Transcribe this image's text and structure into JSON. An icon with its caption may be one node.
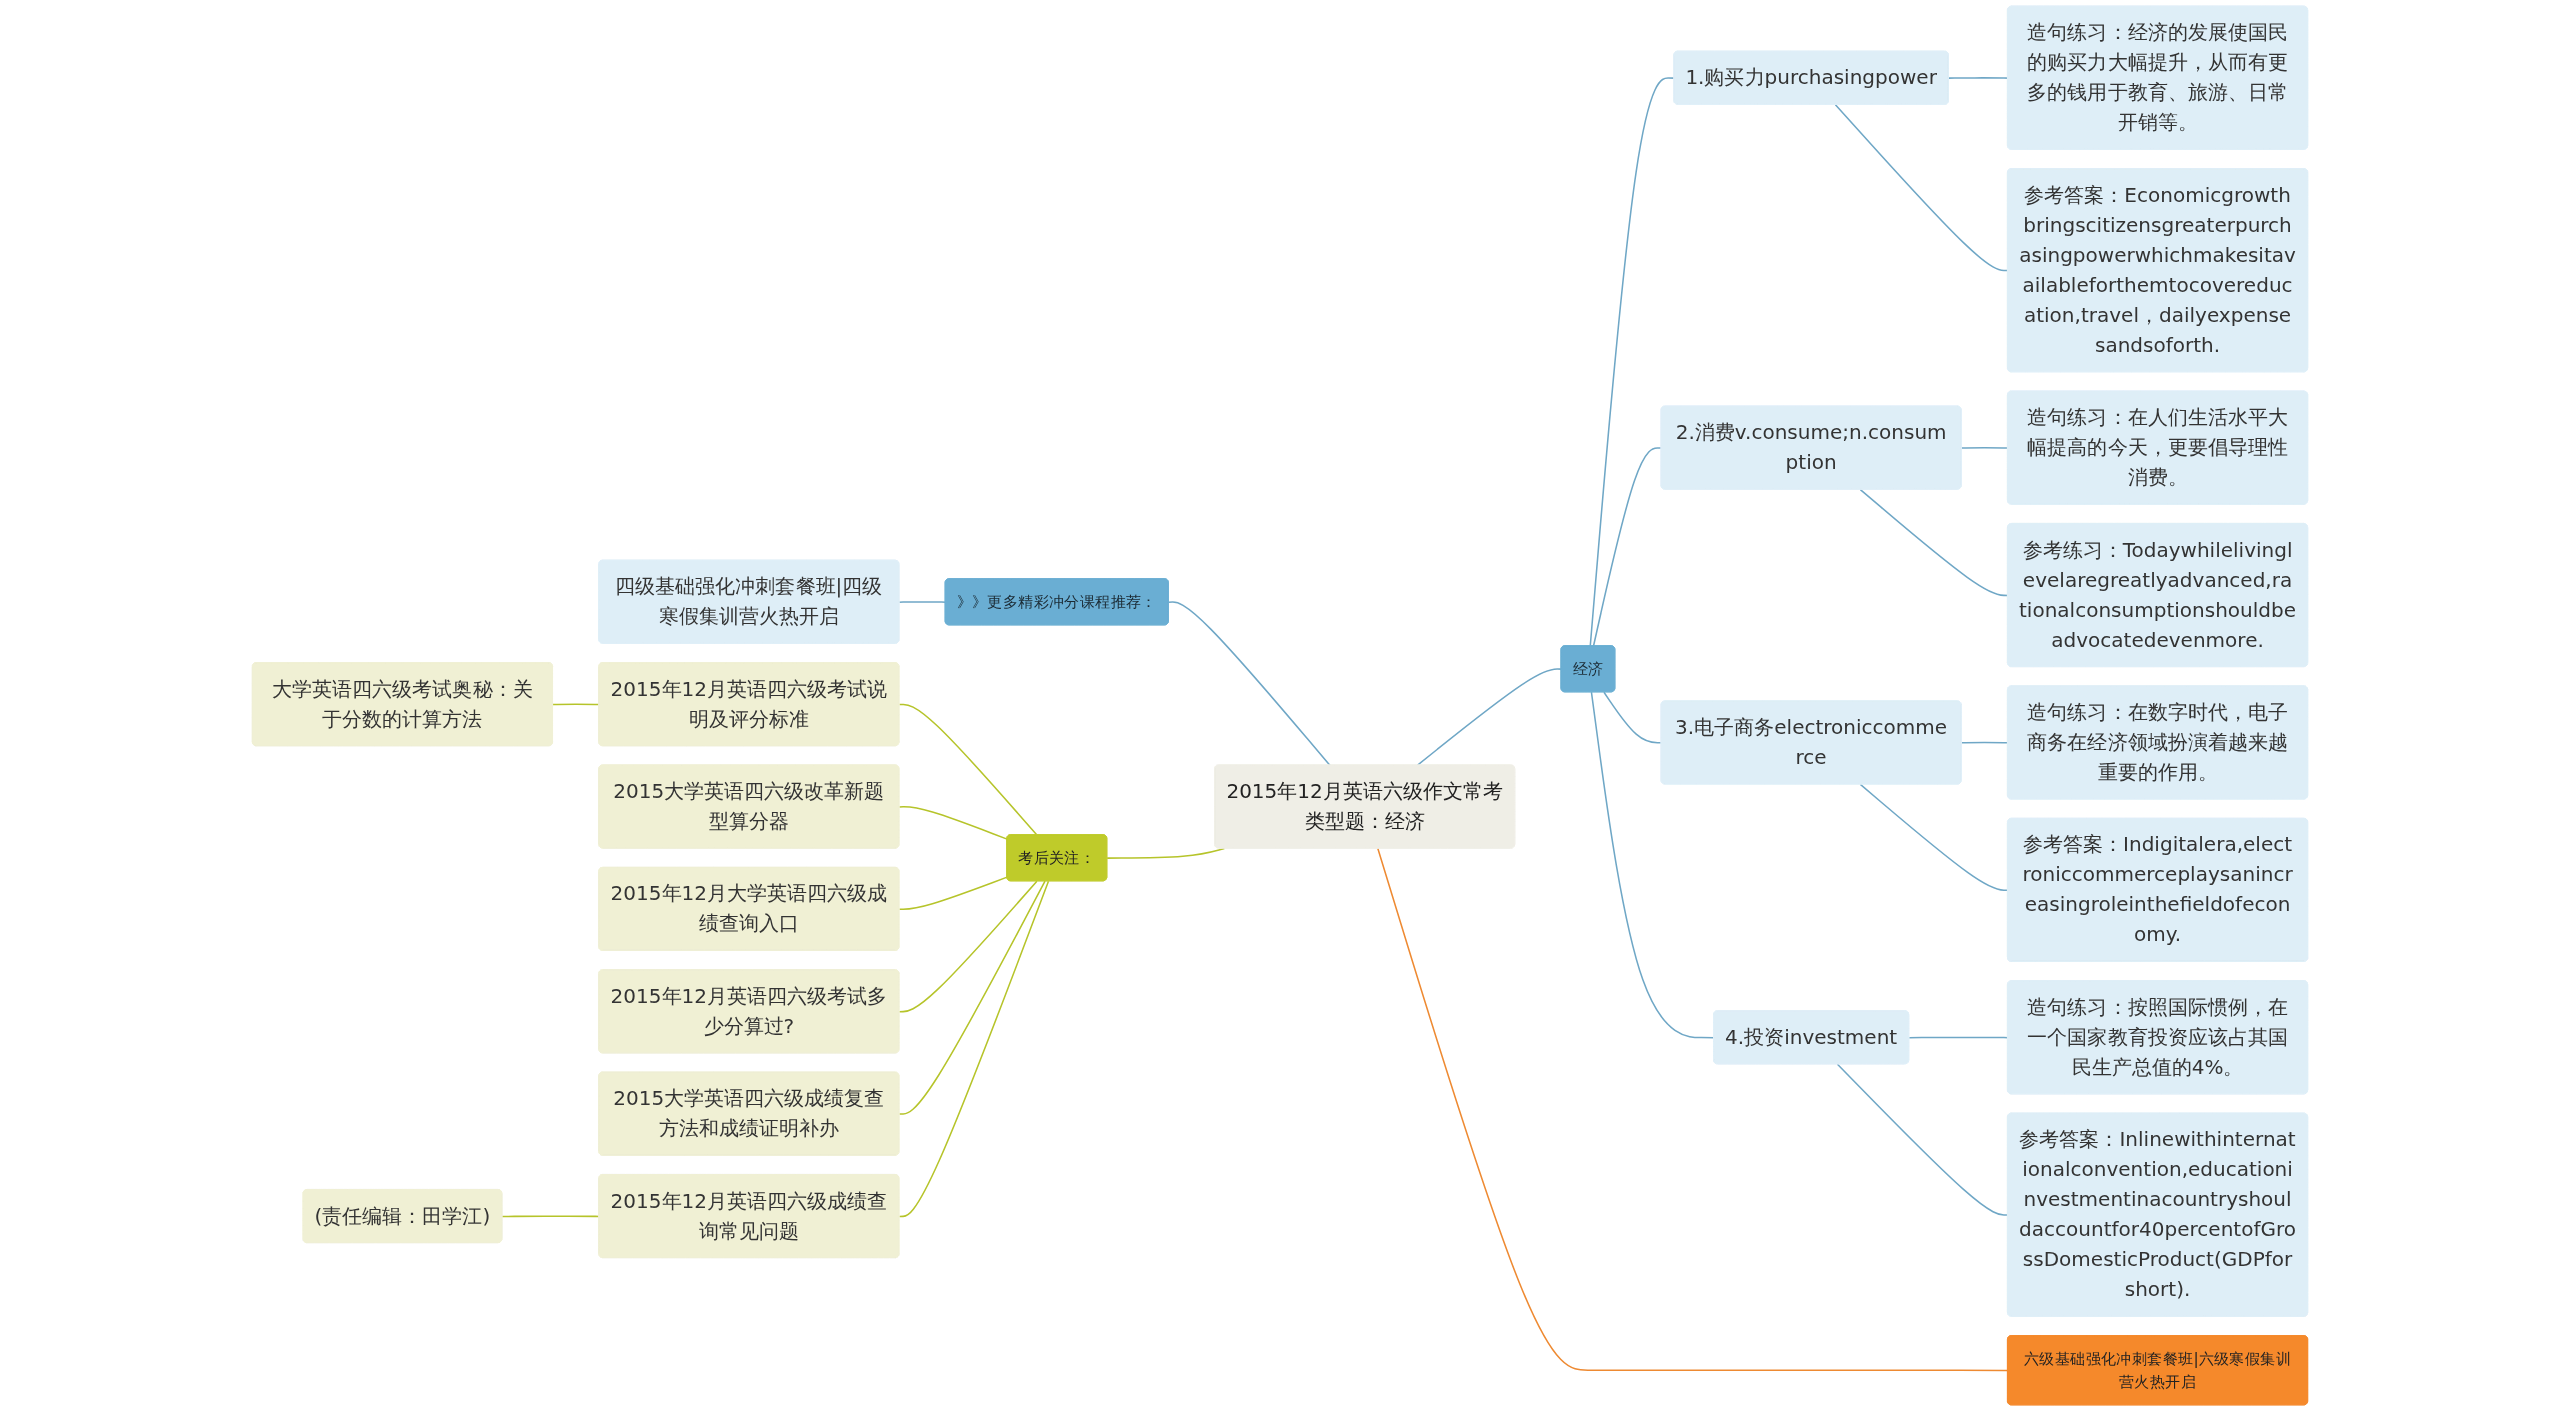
{
  "diagram": {
    "nodes": [
      {
        "text": [
          "2015年12月英语六级作文常考类型题：经济"
        ]
      },
      {
        "text": [
          "经济"
        ]
      },
      {
        "text": [
          "1.购买力purchasingpower"
        ]
      },
      {
        "text": [
          "造句练习：经济的发展使国民的购买力大幅提升，从而有更多的钱用于教育、旅游、日常开销等。"
        ]
      },
      {
        "text": [
          "参考答案：Economicgrowthbringscitizensgreaterpurchasingpowerwhichmakesitavailableforthemtocovereducation,travel，dailyexpensesandsoforth."
        ]
      },
      {
        "text": [
          "2.消费v.consume;n.consumption"
        ]
      },
      {
        "text": [
          "造句练习：在人们生活水平大幅提高的今天，更要倡导理性消费。"
        ]
      },
      {
        "text": [
          "参考练习：Todaywhilelivinglevelaregreatlyadvanced,rationalconsumptionshouldbeadvocatedevenmore."
        ]
      },
      {
        "text": [
          "3.电子商务electroniccommerce"
        ]
      },
      {
        "text": [
          "造句练习：在数字时代，电子商务在经济领域扮演着越来越重要的作用。"
        ]
      },
      {
        "text": [
          "参考答案：Indigitalera,electroniccommerceplaysanincreasingroleinthefieldofeconomy."
        ]
      },
      {
        "text": [
          "4.投资investment"
        ]
      },
      {
        "text": [
          "造句练习：按照国际惯例，在一个国家教育投资应该占其国民生产总值的4%。"
        ]
      },
      {
        "text": [
          "参考答案：Inlinewithinternationalconvention,educationinvestmentinacountryshouldaccountfor40percentofGrossDomesticProduct(GDPforshort)."
        ]
      },
      {
        "text": [
          "六级基础强化冲刺套餐班|六级寒假集训营火热开启"
        ]
      },
      {
        "text": [
          "》》更多精彩冲分课程推荐："
        ]
      },
      {
        "text": [
          "四级基础强化冲刺套餐班|四级寒假集训营火热开启"
        ]
      },
      {
        "text": [
          "考后关注："
        ]
      },
      {
        "text": [
          "2015年12月英语四六级考试说明及评分标准"
        ]
      },
      {
        "text": [
          "大学英语四六级考试奥秘：关于分数的计算方法"
        ]
      },
      {
        "text": [
          "2015大学英语四六级改革新题型算分器"
        ]
      },
      {
        "text": [
          "2015年12月大学英语四六级成绩查询入口"
        ]
      },
      {
        "text": [
          "2015年12月英语四六级考试多少分算过?"
        ]
      },
      {
        "text": [
          "2015大学英语四六级成绩复查方法和成绩证明补办"
        ]
      },
      {
        "text": [
          "2015年12月英语四六级成绩查询常见问题"
        ]
      },
      {
        "text": [
          "(责任编辑：田学江)"
        ]
      }
    ],
    "edges": [
      {
        "from": 0,
        "to": 1,
        "arrow": "none"
      },
      {
        "from": 1,
        "to": 2,
        "arrow": "none"
      },
      {
        "from": 2,
        "to": 3,
        "arrow": "none"
      },
      {
        "from": 2,
        "to": 4,
        "arrow": "none"
      },
      {
        "from": 1,
        "to": 5,
        "arrow": "none"
      },
      {
        "from": 5,
        "to": 6,
        "arrow": "none"
      },
      {
        "from": 5,
        "to": 7,
        "arrow": "none"
      },
      {
        "from": 1,
        "to": 8,
        "arrow": "none"
      },
      {
        "from": 8,
        "to": 9,
        "arrow": "none"
      },
      {
        "from": 8,
        "to": 10,
        "arrow": "none"
      },
      {
        "from": 1,
        "to": 11,
        "arrow": "none"
      },
      {
        "from": 11,
        "to": 12,
        "arrow": "none"
      },
      {
        "from": 11,
        "to": 13,
        "arrow": "none"
      },
      {
        "from": 0,
        "to": 14,
        "arrow": "none",
        "color": "#ee8a32"
      },
      {
        "from": 0,
        "to": 15,
        "arrow": "none"
      },
      {
        "from": 15,
        "to": 16,
        "arrow": "none"
      },
      {
        "from": 0,
        "to": 17,
        "arrow": "none",
        "color": "#b6c42a"
      },
      {
        "from": 17,
        "to": 18,
        "arrow": "none",
        "color": "#b6c42a"
      },
      {
        "from": 18,
        "to": 19,
        "arrow": "none",
        "color": "#b6c42a"
      },
      {
        "from": 17,
        "to": 20,
        "arrow": "none",
        "color": "#b6c42a"
      },
      {
        "from": 17,
        "to": 21,
        "arrow": "none",
        "color": "#b6c42a"
      },
      {
        "from": 17,
        "to": 22,
        "arrow": "none",
        "color": "#b6c42a"
      },
      {
        "from": 17,
        "to": 23,
        "arrow": "none",
        "color": "#b6c42a"
      },
      {
        "from": 17,
        "to": 24,
        "arrow": "none",
        "color": "#b6c42a"
      },
      {
        "from": 24,
        "to": 25,
        "arrow": "none",
        "color": "#b6c42a"
      }
    ]
  }
}
